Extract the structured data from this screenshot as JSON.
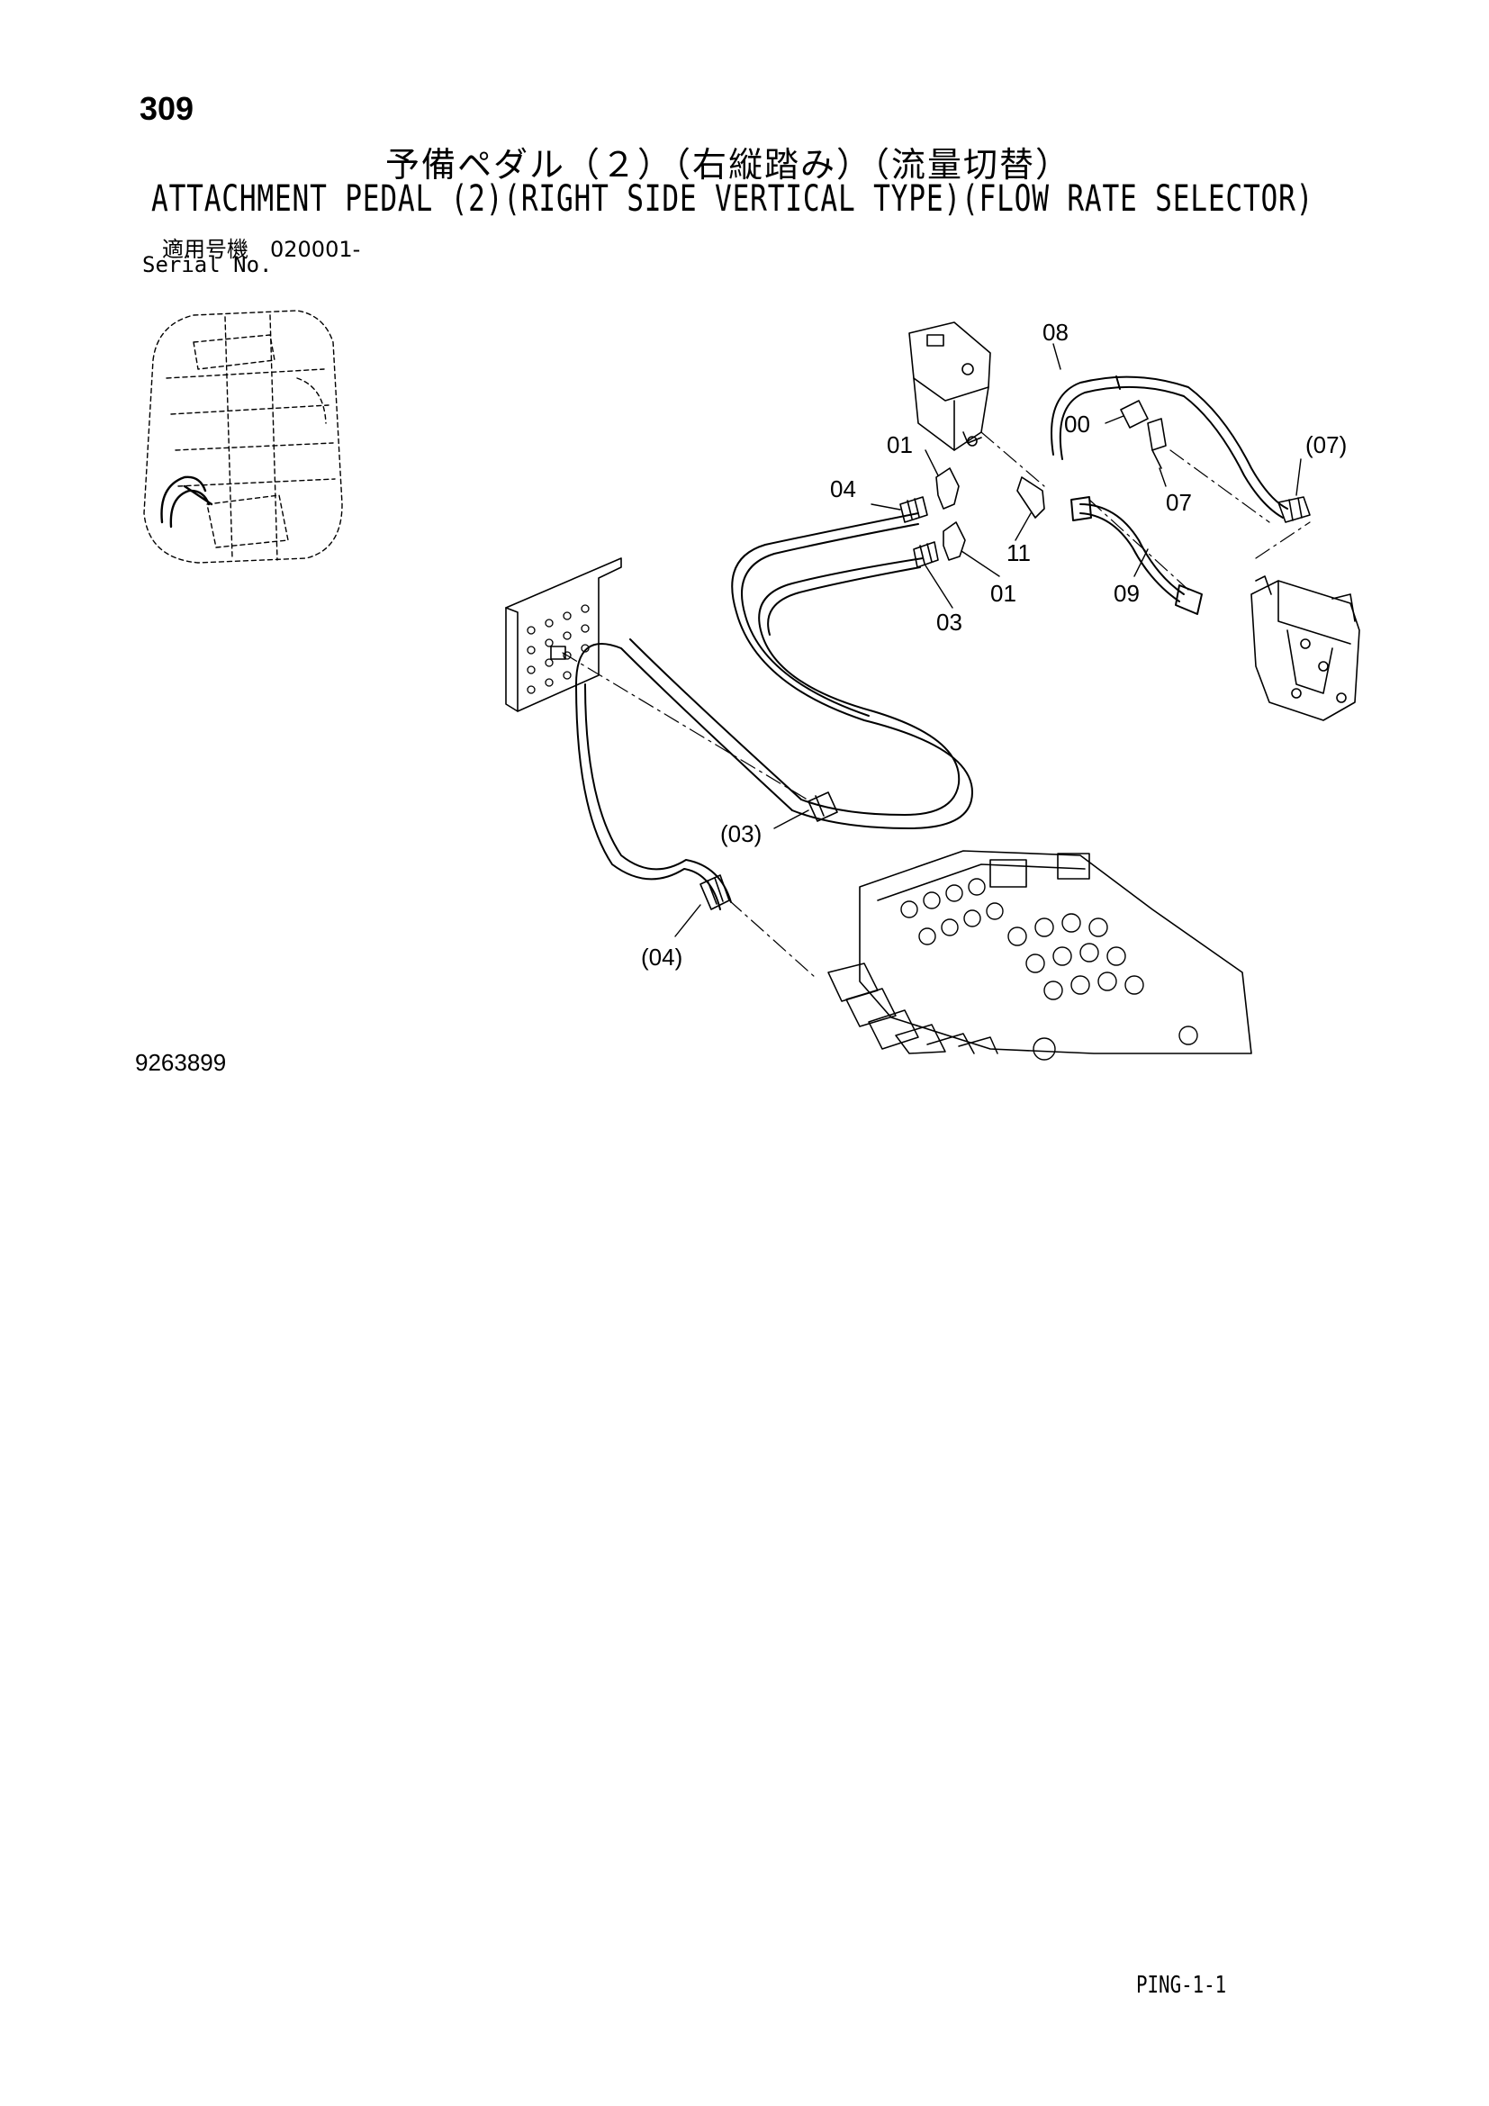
{
  "header": {
    "page_number": "309",
    "title_jp": "予備ペダル（２）（右縦踏み）（流量切替）",
    "title_en": "ATTACHMENT PEDAL (2)(RIGHT SIDE VERTICAL TYPE)(FLOW RATE SELECTOR)",
    "serial_jp": "適用号機　020001-",
    "serial_en": "Serial No."
  },
  "callouts": {
    "c08": "08",
    "c00": "00",
    "c07p": "(07)",
    "c01a": "01",
    "c04": "04",
    "c07": "07",
    "c11": "11",
    "c01b": "01",
    "c09": "09",
    "c03": "03",
    "c03p": "(03)",
    "c04p": "(04)"
  },
  "footer": {
    "drawing_id": "9263899",
    "code": "PING-1-1"
  }
}
